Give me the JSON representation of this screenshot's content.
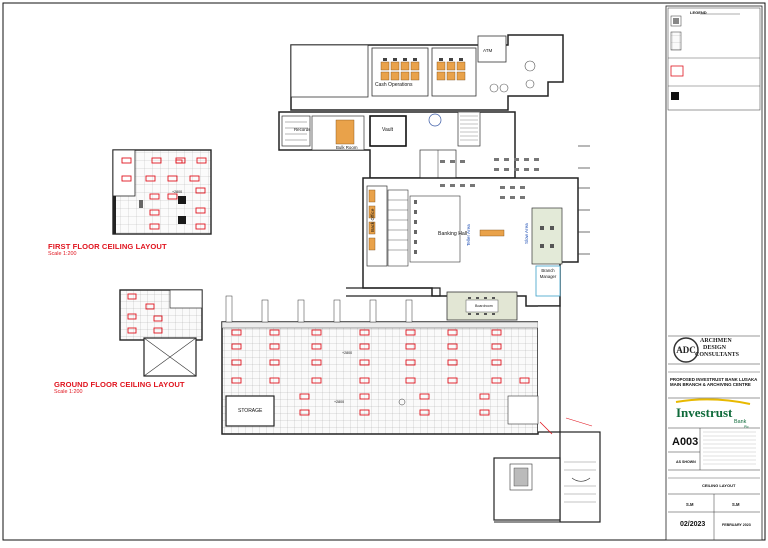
{
  "sheet": {
    "border_color": "#000000",
    "room_color": "#e0141e"
  },
  "plan": {
    "first_floor_title": "FIRST FLOOR CEILING LAYOUT",
    "first_floor_scale": "Scale 1:200",
    "ground_floor_title": "GROUND FLOOR CEILING LAYOUT",
    "ground_floor_scale": "Scale 1:200"
  },
  "rooms": {
    "cash_operations": "Cash Operations",
    "atm": "ATM",
    "vault": "Vault",
    "records": "Records",
    "bulk_room": "Bulk Room",
    "banking_hall": "Banking Hall",
    "back_office": "Back Office",
    "teller_area": "Teller Area",
    "slow_area": "Slow Area",
    "branch_manager": "Branch Manager",
    "boardroom": "Boardroom",
    "storage": "STORAGE",
    "first_floor_ceiling_height": "+2800",
    "ground_ceiling_height_a": "+2800",
    "ground_ceiling_height_b": "+2800"
  },
  "legend": {
    "title": "LEGEND"
  },
  "title_block": {
    "firm_name_1": "ARCHMEN",
    "firm_name_2": "DESIGN",
    "firm_name_3": "CONSULTANTS",
    "project_title": "PROPOSED INVESTRUST BANK LUSAKA MAIN BRANCH & ARCHIVING CENTRE",
    "client_name": "Investrust",
    "client_sub": "Bank",
    "client_plc": "Plc",
    "drawing_no": "A003",
    "scale": "AS SHOWN",
    "drawing_title": "CEILING LAYOUT",
    "drawn_by": "S.M",
    "checked_by": "S.M",
    "date": "02/2023",
    "month": "FEBRUARY 2023"
  }
}
